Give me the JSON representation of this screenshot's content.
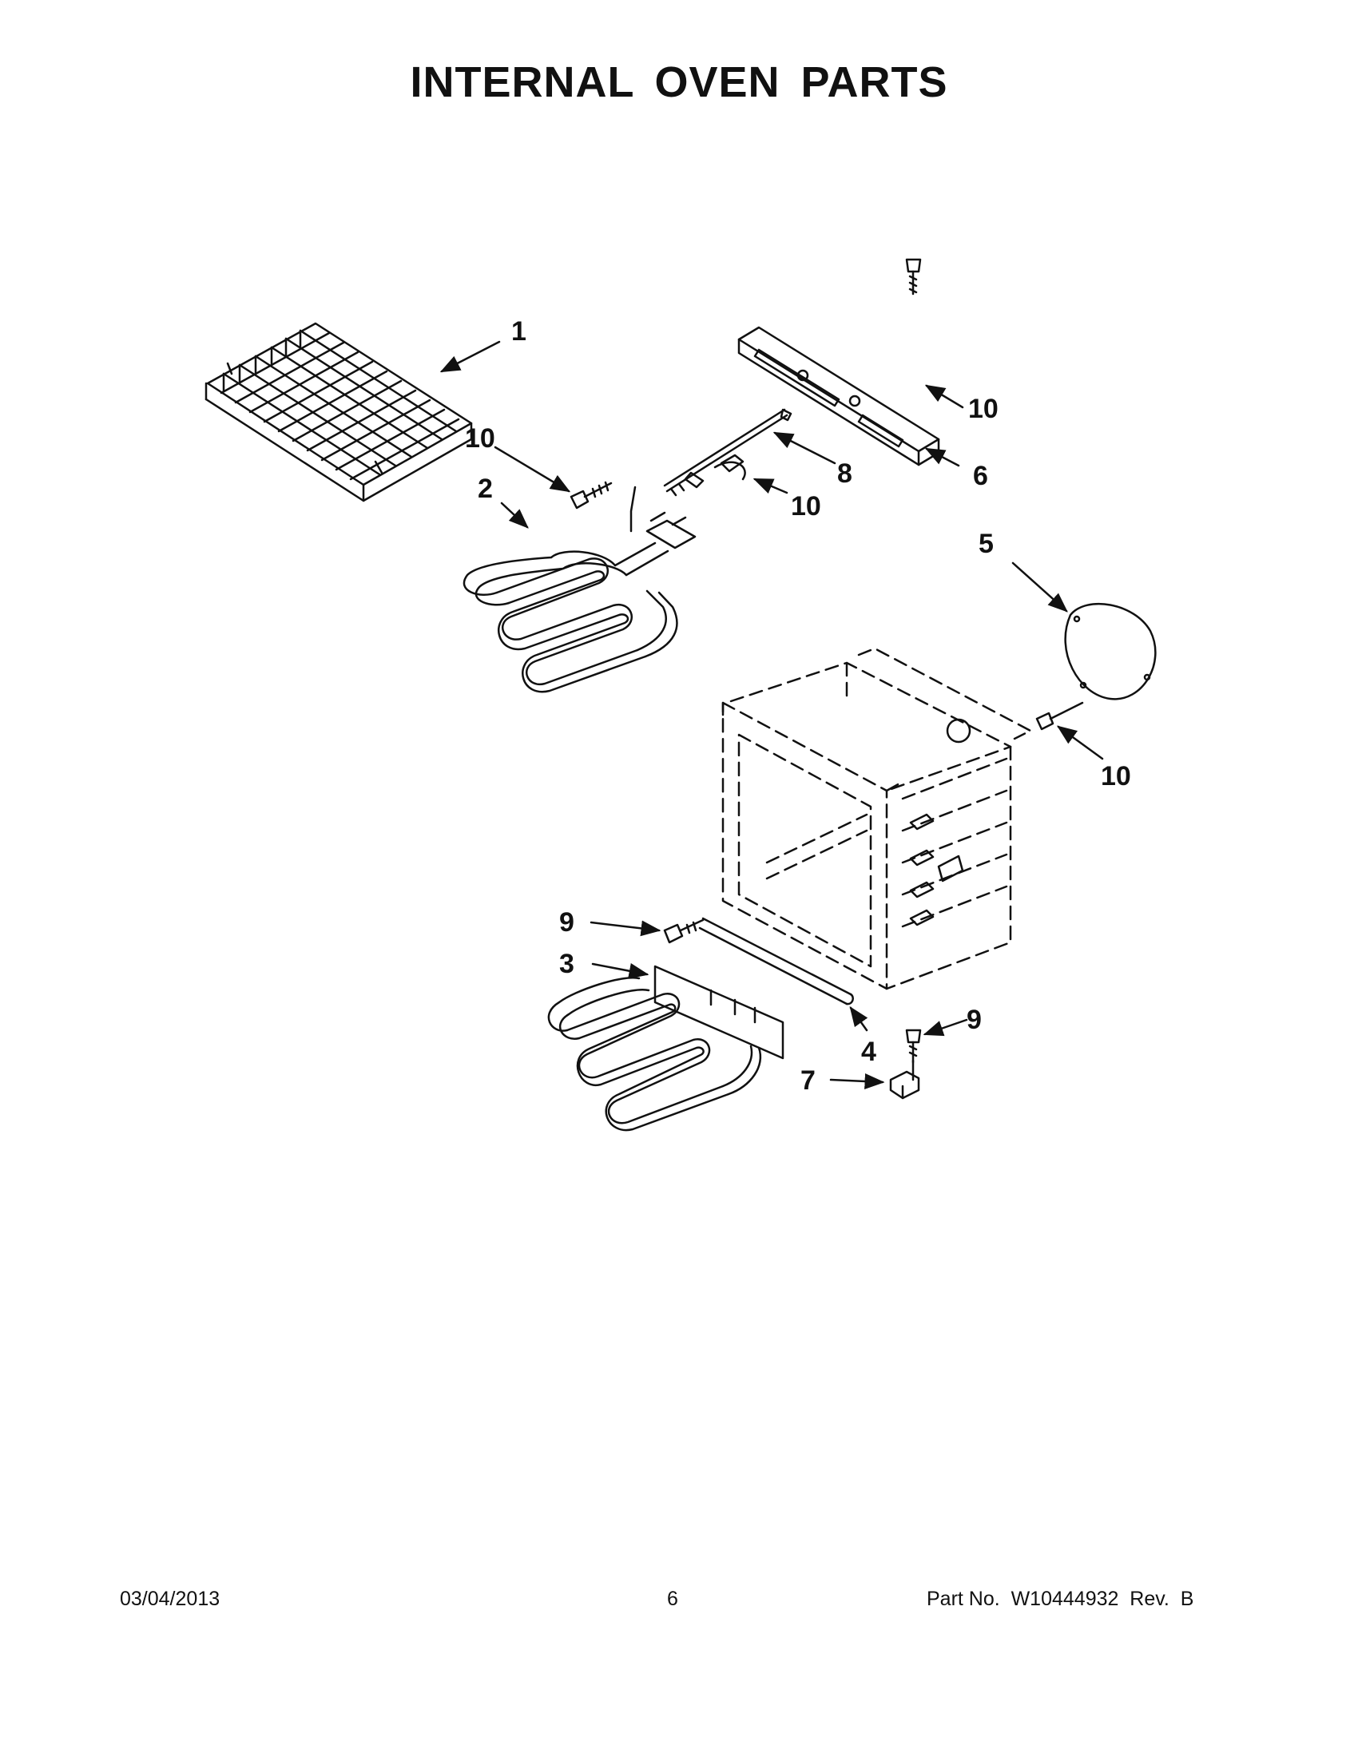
{
  "title": "INTERNAL  OVEN  PARTS",
  "callouts": [
    "1",
    "10",
    "2",
    "8",
    "10",
    "6",
    "10",
    "5",
    "10",
    "9",
    "3",
    "4",
    "9",
    "7"
  ],
  "footer": {
    "date": "03/04/2013",
    "page": "6",
    "part_no": "Part No.  W10444932  Rev.  B"
  },
  "colors": {
    "ink": "#111111",
    "background": "#ffffff"
  }
}
